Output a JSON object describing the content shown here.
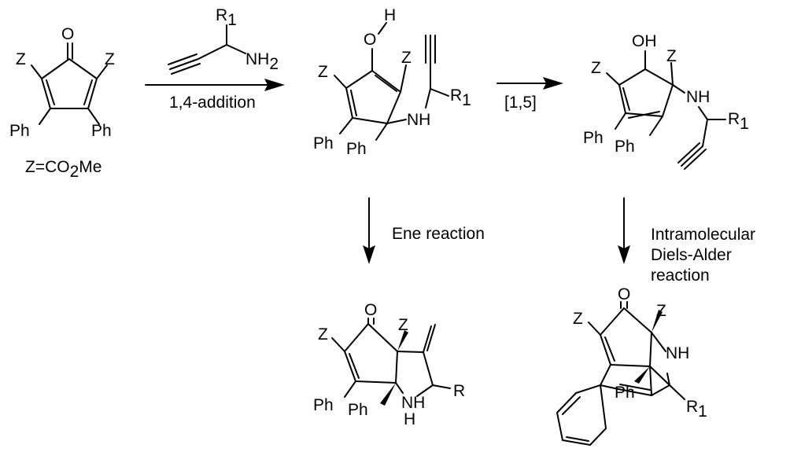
{
  "labels": {
    "z": "Z",
    "o": "O",
    "oh": "OH",
    "h": "H",
    "ph": "Ph",
    "nh": "NH",
    "n": "N",
    "r": "R",
    "r1": "R",
    "r1_sub": "1",
    "nh2": "NH",
    "nh2_sub": "2",
    "z_def_a": "Z=CO",
    "z_def_sub": "2",
    "z_def_b": "Me"
  },
  "arrows": {
    "step1": "1,4-addition",
    "step2": "[1,5]",
    "step3": "Ene reaction",
    "step4_line1": "Intramolecular",
    "step4_line2": "Diels-Alder",
    "step4_line3": "reaction"
  }
}
